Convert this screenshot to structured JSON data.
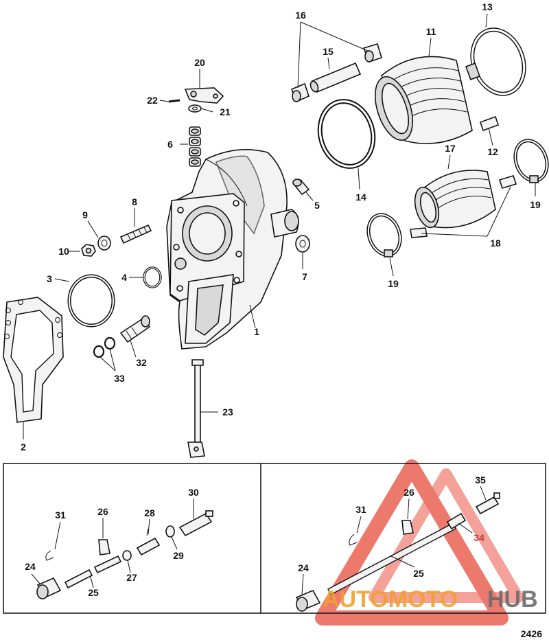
{
  "callouts": {
    "c1": "1",
    "c2": "2",
    "c3": "3",
    "c4": "4",
    "c5": "5",
    "c6": "6",
    "c7": "7",
    "c8": "8",
    "c9": "9",
    "c10": "10",
    "c11": "11",
    "c12": "12",
    "c13": "13",
    "c14": "14",
    "c15": "15",
    "c16": "16",
    "c17": "17",
    "c18": "18",
    "c19a": "19",
    "c19b": "19",
    "c20": "20",
    "c21": "21",
    "c22": "22",
    "c23": "23",
    "c32": "32",
    "c33": "33",
    "l31": "31",
    "l26": "26",
    "l28": "28",
    "l30": "30",
    "l29": "29",
    "l27": "27",
    "l25": "25",
    "l24": "24",
    "r31": "31",
    "r26": "26",
    "r35": "35",
    "r34": "34",
    "r25": "25",
    "r24": "24"
  },
  "watermark": {
    "part1": "AUTOMOTO",
    "part2": "HUB",
    "red": "#e74c3c",
    "orange": "#f0a030",
    "gray": "#6b6b6b"
  },
  "figure_number": "2426"
}
